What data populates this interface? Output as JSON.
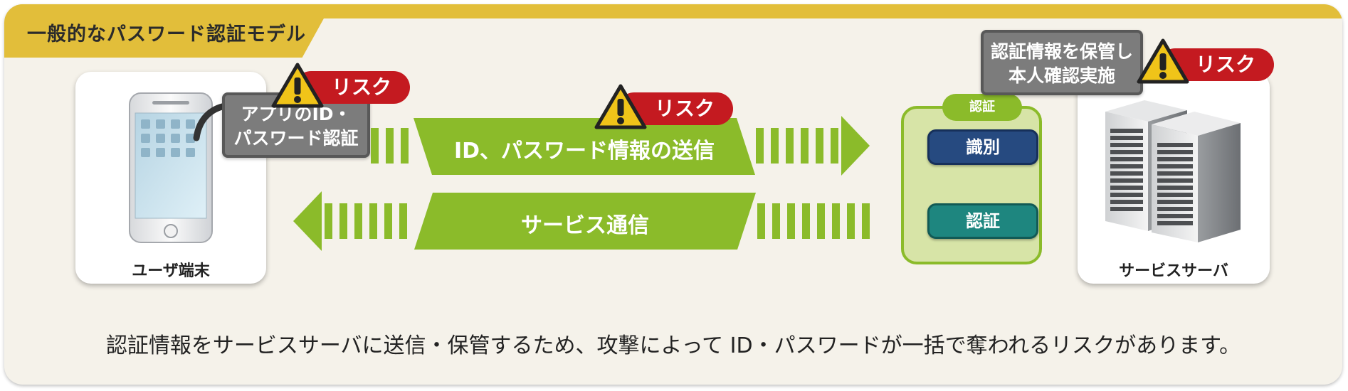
{
  "title": "一般的なパスワード認証モデル",
  "user_device": {
    "label": "ユーザ端末",
    "callout_line1": "アプリのID・",
    "callout_line2": "パスワード認証"
  },
  "server": {
    "label": "サービスサーバ",
    "callout_line1": "認証情報を保管し",
    "callout_line2": "本人確認実施"
  },
  "flows": {
    "send_label": "ID、パスワード情報の送信",
    "service_label": "サービス通信"
  },
  "auth": {
    "tag": "認証",
    "identify_label": "識別",
    "authenticate_label": "認証"
  },
  "risk_label": "リスク",
  "footer": "認証情報をサービスサーバに送信・保管するため、攻撃によって ID・パスワードが一括で奪われるリスクがあります。",
  "colors": {
    "title_bar": "#e2be3a",
    "frame_bg": "#f5f2ea",
    "flow_green": "#8bbb2a",
    "risk_red": "#c41a20",
    "warning_yellow": "#f0c419",
    "callout_gray": "#7c7c7c",
    "identify_navy": "#264a80",
    "authenticate_teal": "#1e867f",
    "auth_bg": "#d7e4a7"
  },
  "icons": [
    "smartphone-icon",
    "curved-arrow-icon",
    "warning-icon",
    "server-rack-icon",
    "arrow-right-icon",
    "arrow-left-icon"
  ]
}
